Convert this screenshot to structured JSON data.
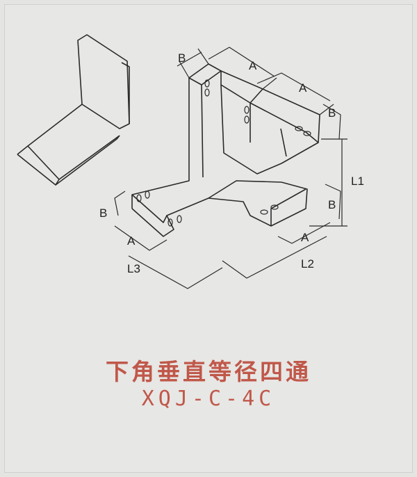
{
  "title": "下角垂直等径四通",
  "model_code": "XQJ-C-4C",
  "dimension_labels": {
    "b_top": "B",
    "a_top": "A",
    "a_right_top": "A",
    "b_right_top": "B",
    "l1": "L1",
    "b_right": "B",
    "a_right": "A",
    "l2": "L2",
    "l3": "L3",
    "a_left": "A",
    "b_left": "B"
  },
  "colors": {
    "title": "#c0584a",
    "line": "#2a2a2a",
    "background": "#e7e7e5"
  }
}
